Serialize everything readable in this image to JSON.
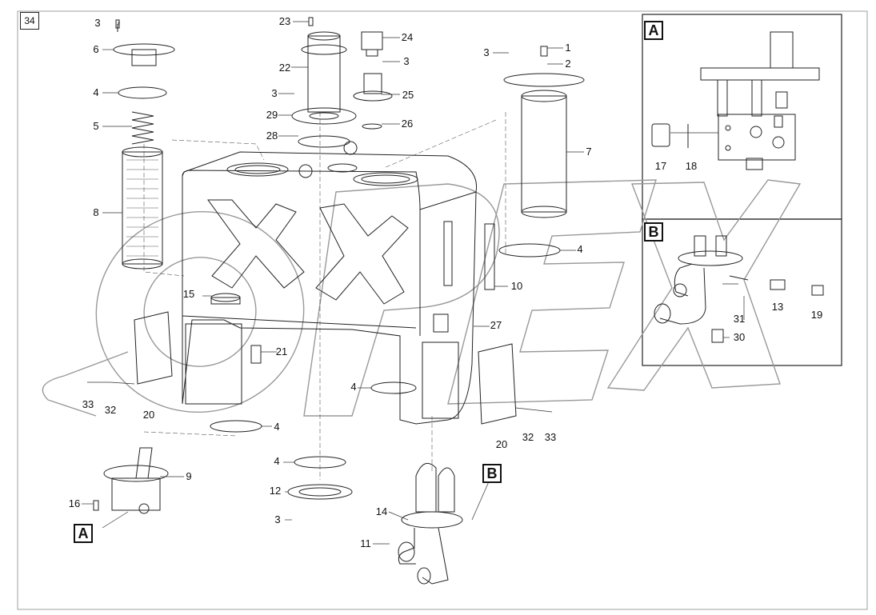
{
  "page_number": "34",
  "watermark": "OPEX",
  "detail_labels": {
    "a": "A",
    "b": "B"
  },
  "callouts": {
    "c1": "1",
    "c2": "2",
    "c3a": "3",
    "c3b": "3",
    "c3c": "3",
    "c3d": "3",
    "c3e": "3",
    "c4a": "4",
    "c4b": "4",
    "c4c": "4",
    "c4d": "4",
    "c4e": "4",
    "c5": "5",
    "c6": "6",
    "c7": "7",
    "c8": "8",
    "c9": "9",
    "c10": "10",
    "c11": "11",
    "c12": "12",
    "c13": "13",
    "c14": "14",
    "c15": "15",
    "c16": "16",
    "c17": "17",
    "c18": "18",
    "c19": "19",
    "c20a": "20",
    "c20b": "20",
    "c21": "21",
    "c22": "22",
    "c23": "23",
    "c24": "24",
    "c25": "25",
    "c26": "26",
    "c27": "27",
    "c28": "28",
    "c29": "29",
    "c30": "30",
    "c31": "31",
    "c32a": "32",
    "c32b": "32",
    "c33a": "33",
    "c33b": "33"
  }
}
